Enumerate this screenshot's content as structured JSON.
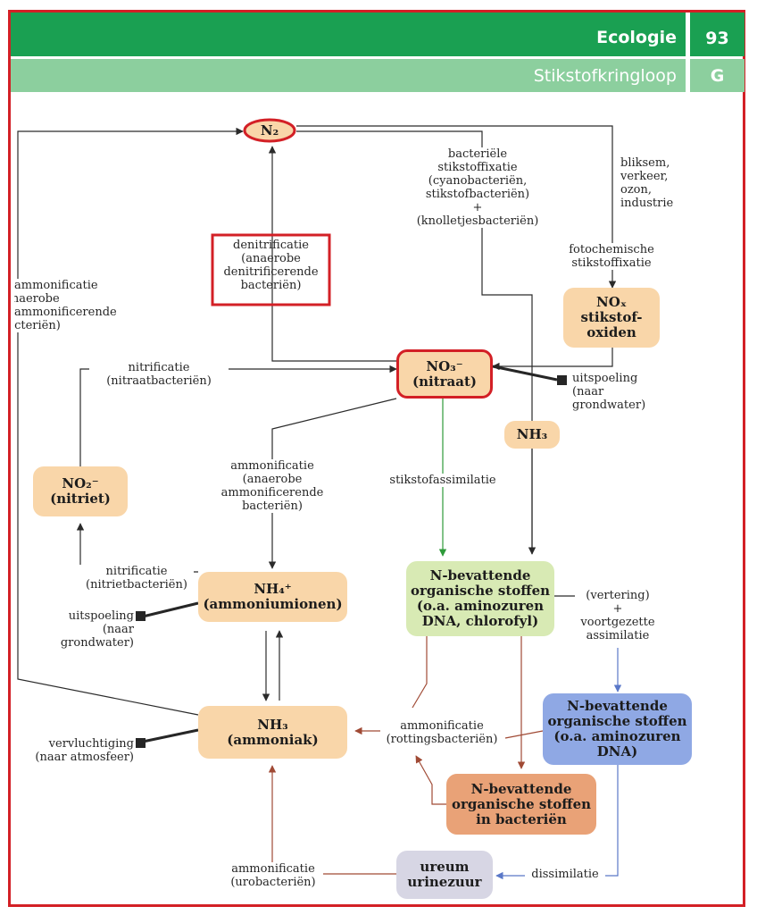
{
  "header": {
    "subject": "Ecologie",
    "page_number": "93",
    "topic": "Stikstofkringloop",
    "section": "G"
  },
  "nodes": {
    "n2": "N₂",
    "nitraat": [
      "NO₃⁻",
      "(nitraat)"
    ],
    "nox": [
      "NOₓ",
      "stikstof-",
      "oxiden"
    ],
    "nh3_small": "NH₃",
    "nitriet": [
      "NO₂⁻",
      "(nitriet)"
    ],
    "ammoniumionen": [
      "NH₄⁺",
      "(ammoniumionen)"
    ],
    "ammoniak": [
      "NH₃",
      "(ammoniak)"
    ],
    "n_org_plant": [
      "N-bevattende",
      "organische stoffen",
      "(o.a. aminozuren",
      "DNA, chlorofyl)"
    ],
    "n_org_animal": [
      "N-bevattende",
      "organische stoffen",
      "(o.a. aminozuren",
      "DNA)"
    ],
    "n_org_bacteria": [
      "N-bevattende",
      "organische stoffen",
      "in bacteriën"
    ],
    "ureum": [
      "ureum",
      "urinezuur"
    ]
  },
  "labels": {
    "denitrificatie": [
      "denitrificatie",
      "(anaerobe",
      "denitrificerende",
      "bacteriën)"
    ],
    "bacteriele_fixatie": [
      "bacteriële",
      "stikstoffixatie",
      "(cyanobacteriën,",
      "stikstofbacteriën)",
      "+",
      "(knolletjesbacteriën)"
    ],
    "bliksem": [
      "bliksem,",
      "verkeer,",
      "ozon,",
      "industrie"
    ],
    "fotochemisch": [
      "fotochemische",
      "stikstoffixatie"
    ],
    "deammonificatie": [
      "deammonificatie",
      "(anaerobe",
      "deammonificerende",
      "bacteriën)"
    ],
    "nitrificatie_nitraat": [
      "nitrificatie",
      "(nitraatbacteriën)"
    ],
    "uitspoeling_nitraat": [
      "uitspoeling",
      "(naar grondwater)"
    ],
    "ammonificatie_anaerobe": [
      "ammonificatie",
      "(anaerobe",
      "ammonificerende",
      "bacteriën)"
    ],
    "stikstofassimilatie": "stikstofassimilatie",
    "nitrificatie_nitriet": [
      "nitrificatie",
      "(nitrietbacteriën)"
    ],
    "uitspoeling_ammonium": [
      "uitspoeling",
      "(naar grondwater)"
    ],
    "vertering": [
      "(vertering)",
      "+",
      "voortgezette",
      "assimilatie"
    ],
    "ammonificatie_rotting": [
      "ammonificatie",
      "(rottingsbacteriën)"
    ],
    "vervluchtiging": [
      "vervluchtiging",
      "(naar atmosfeer)"
    ],
    "ammonificatie_uro": [
      "ammonificatie",
      "(urobacteriën)"
    ],
    "dissimilatie": "dissimilatie"
  },
  "colors": {
    "frame_red": "#d32026",
    "header_green": "#1aa052",
    "header_light_green": "#8ccf9e",
    "arrow_dark": "#2b2b2b",
    "arrow_green": "#2e9a3a",
    "arrow_blue": "#5a78c8",
    "arrow_brown": "#a04a35"
  }
}
